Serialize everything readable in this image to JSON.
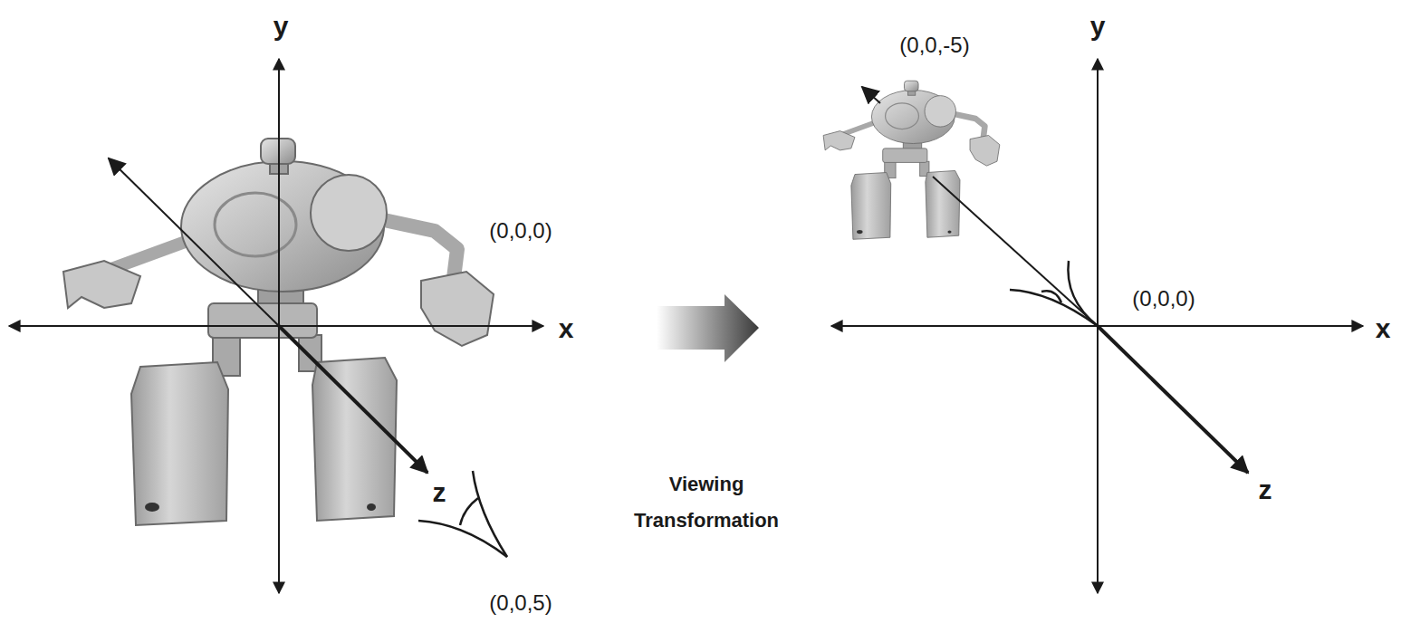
{
  "diagram": {
    "labels": [
      "y",
      "(0,0,0)",
      "x",
      "z",
      "(0,0,5)",
      "Viewing Transformation",
      "(0,0,-5)",
      "y",
      "(0,0,0)",
      "x",
      "z"
    ]
  }
}
